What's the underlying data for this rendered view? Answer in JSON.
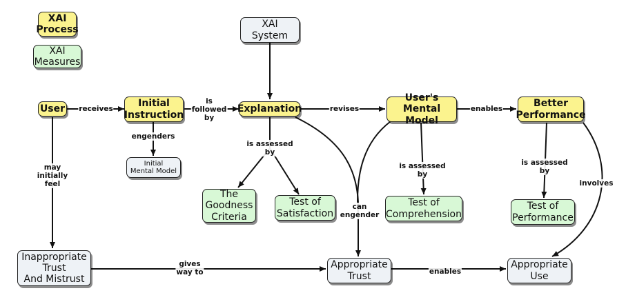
{
  "legend": {
    "process": "XAI\nProcess",
    "measures": "XAI\nMeasures"
  },
  "nodes": {
    "xai_system": "XAI\nSystem",
    "user": "User",
    "initial_instruction": "Initial\nInstruction",
    "explanation": "Explanation",
    "users_mental_model": "User's\nMental Model",
    "better_performance": "Better\nPerformance",
    "initial_mental_model": "Initial\nMental Model",
    "goodness_criteria": "The\nGoodness\nCriteria",
    "test_of_satisfaction": "Test of\nSatisfaction",
    "test_of_comprehension": "Test of\nComprehension",
    "test_of_performance": "Test of\nPerformance",
    "inappropriate_trust": "Inappropriate\nTrust\nAnd Mistrust",
    "appropriate_trust": "Appropriate\nTrust",
    "appropriate_use": "Appropriate\nUse"
  },
  "links": {
    "receives": "receives",
    "is_followed_by": "is\nfollowed\nby",
    "revises": "revises",
    "enables_top": "enables",
    "engenders": "engenders",
    "may_initially_feel": "may\ninitially\nfeel",
    "explanation_assessed": "is assessed\nby",
    "can_engender": "can\nengender",
    "model_assessed": "is assessed\nby",
    "performance_assessed": "is assessed\nby",
    "involves": "involves",
    "gives_way_to": "gives\nway to",
    "enables_bottom": "enables"
  },
  "colors": {
    "process": "#fbf38e",
    "measure": "#d8f8d6",
    "system": "#eef2f6",
    "edge": "#111111"
  }
}
